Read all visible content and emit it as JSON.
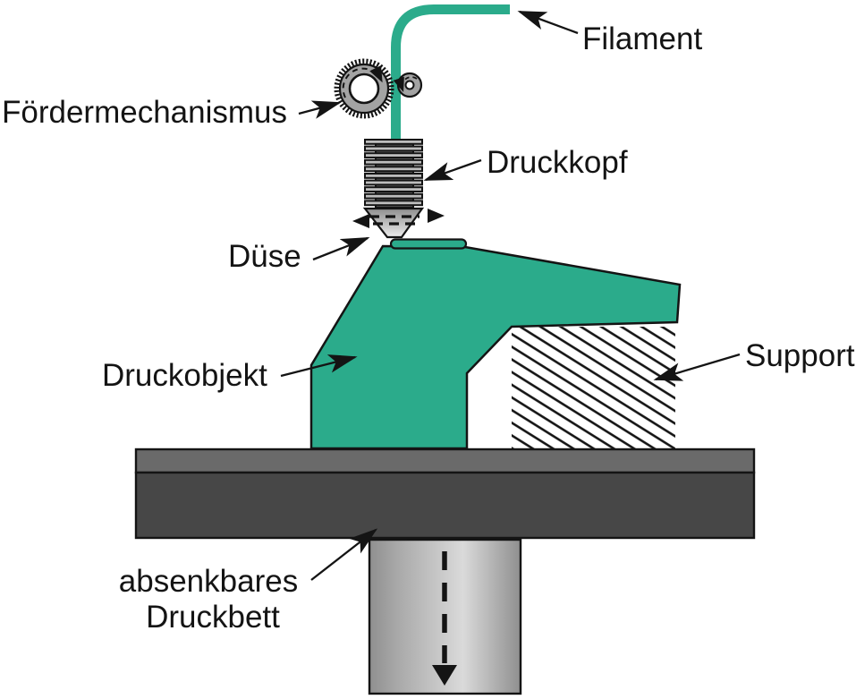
{
  "labels": {
    "filament": "Filament",
    "feeder_mechanism": "Fördermechanismus",
    "print_head": "Druckkopf",
    "nozzle": "Düse",
    "print_object": "Druckobjekt",
    "support": "Support",
    "print_bed_line1": "absenkbares",
    "print_bed_line2": "Druckbett"
  },
  "colors": {
    "material_green": "#2bab8b",
    "outline": "#141414",
    "bed_top": "#6a6a6a",
    "bed_body": "#474747",
    "gear_gray": "#a3a3a3",
    "fin_gray": "#bdbdbd",
    "fin_core": "#5a5a5a"
  }
}
